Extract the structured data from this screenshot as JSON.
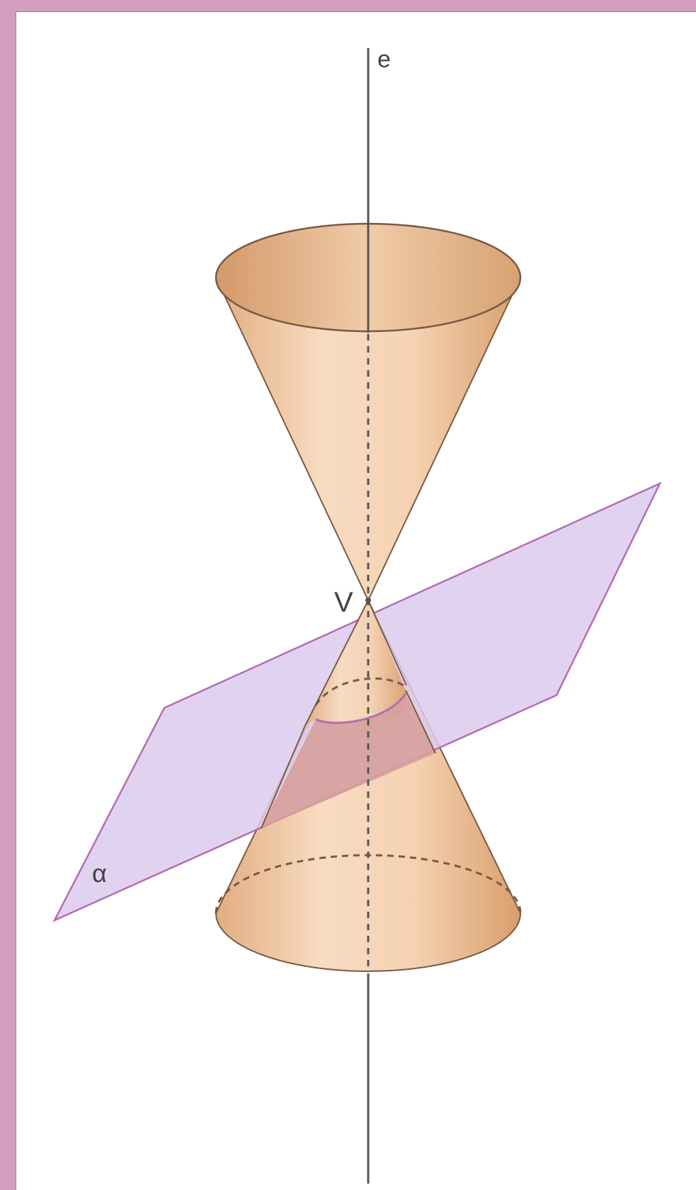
{
  "labels": {
    "axis": "e",
    "vertex": "V",
    "plane": "α"
  },
  "colors": {
    "frame": "#d39fbf",
    "cone_light": "#f6d9bd",
    "cone_dark": "#dca776",
    "cone_stroke": "#7a5a45",
    "plane_fill": "#dccbec",
    "plane_stroke": "#b26fb0",
    "section_fill": "#d7a09c",
    "axis": "#555555"
  }
}
